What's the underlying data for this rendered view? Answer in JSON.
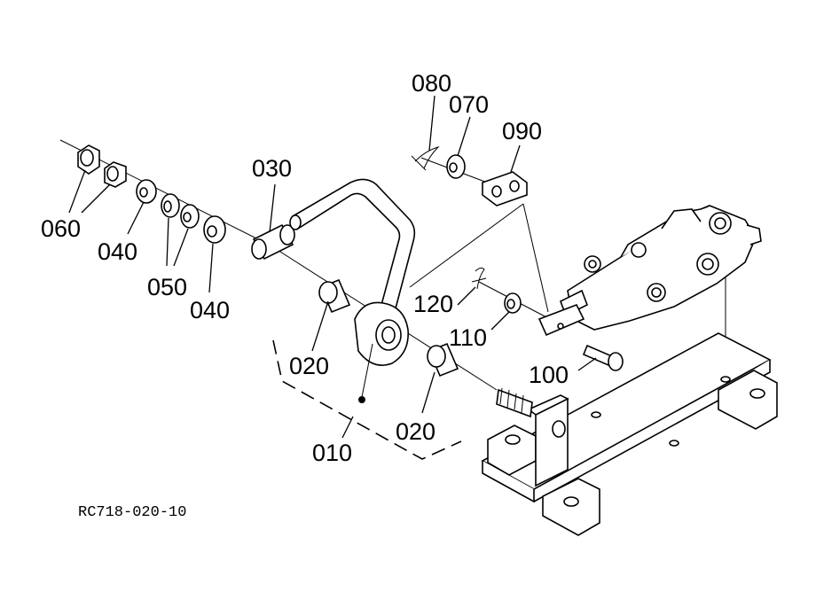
{
  "figure_code": "RC718-020-10",
  "labels": {
    "p010": "010",
    "p020a": "020",
    "p020b": "020",
    "p030": "030",
    "p040a": "040",
    "p040b": "040",
    "p050": "050",
    "p060": "060",
    "p070": "070",
    "p080": "080",
    "p090": "090",
    "p100": "100",
    "p110": "110",
    "p120": "120"
  }
}
